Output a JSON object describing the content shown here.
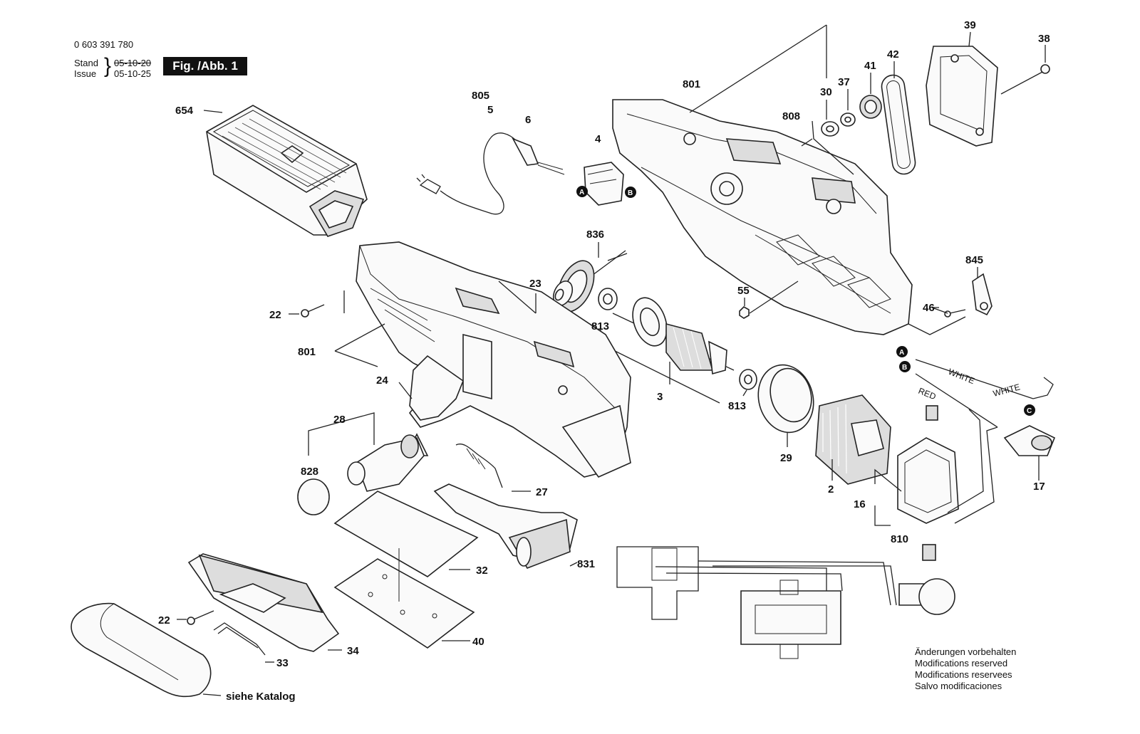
{
  "header": {
    "part_number": "0 603 391 780",
    "stand_label": "Stand",
    "issue_label": "Issue",
    "brace": "}",
    "stand_date": "05-10-20",
    "issue_date": "05-10-25",
    "figure_tag": "Fig. /Abb. 1"
  },
  "labels": {
    "l654": "654",
    "l805": "805",
    "l5": "5",
    "l6": "6",
    "l4": "4",
    "l801a": "801",
    "l30": "30",
    "l37": "37",
    "l41": "41",
    "l42": "42",
    "l39": "39",
    "l38": "38",
    "l808": "808",
    "l836": "836",
    "l23": "23",
    "l22a": "22",
    "l801b": "801",
    "l24": "24",
    "l813a": "813",
    "l3": "3",
    "l813b": "813",
    "l55": "55",
    "l845": "845",
    "l46": "46",
    "l29": "29",
    "l2": "2",
    "l28": "28",
    "l828": "828",
    "l27": "27",
    "l16": "16",
    "l810": "810",
    "l17": "17",
    "l32": "32",
    "l831": "831",
    "l22b": "22",
    "l34": "34",
    "l33": "33",
    "l40": "40"
  },
  "connectors": {
    "a": "A",
    "b": "B",
    "c": "C"
  },
  "wires": {
    "white1": "WHITE",
    "white2": "WHITE",
    "red": "RED"
  },
  "catalog_note": "siehe Katalog",
  "footer": {
    "line1": "Änderungen vorbehalten",
    "line2": "Modifications reserved",
    "line3": "Modifications reservees",
    "line4": "Salvo modificaciones"
  }
}
